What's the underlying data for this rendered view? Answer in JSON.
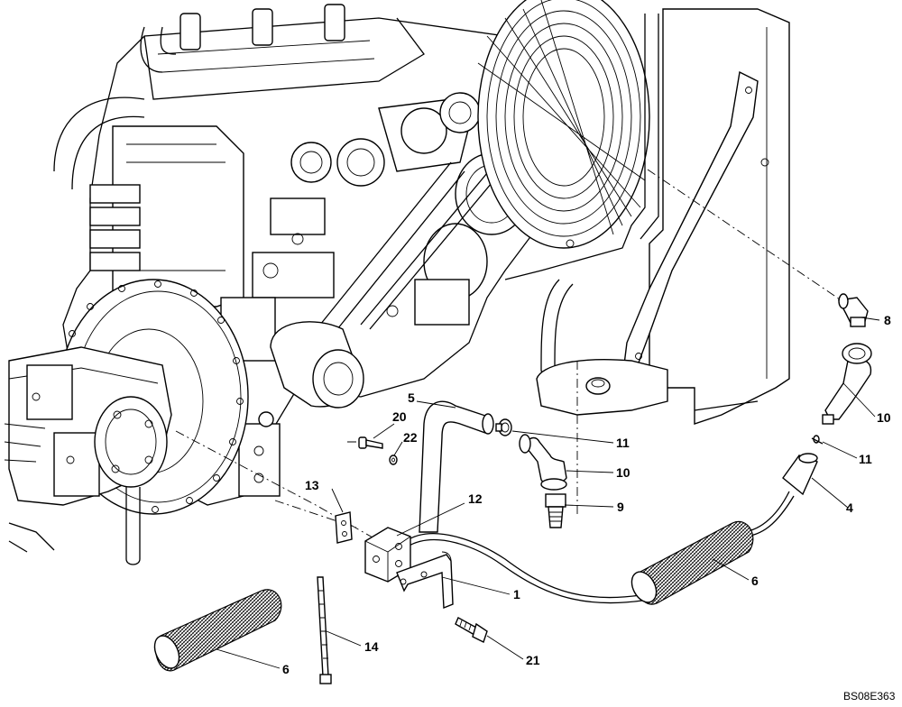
{
  "diagram": {
    "reference_code": "BS08E363",
    "callouts": [
      {
        "id": "c1",
        "label": "1"
      },
      {
        "id": "c4",
        "label": "4"
      },
      {
        "id": "c5",
        "label": "5"
      },
      {
        "id": "c6a",
        "label": "6"
      },
      {
        "id": "c6b",
        "label": "6"
      },
      {
        "id": "c8",
        "label": "8"
      },
      {
        "id": "c9",
        "label": "9"
      },
      {
        "id": "c10a",
        "label": "10"
      },
      {
        "id": "c10b",
        "label": "10"
      },
      {
        "id": "c11a",
        "label": "11"
      },
      {
        "id": "c11b",
        "label": "11"
      },
      {
        "id": "c12",
        "label": "12"
      },
      {
        "id": "c13",
        "label": "13"
      },
      {
        "id": "c14",
        "label": "14"
      },
      {
        "id": "c20",
        "label": "20"
      },
      {
        "id": "c21",
        "label": "21"
      },
      {
        "id": "c22",
        "label": "22"
      }
    ]
  }
}
